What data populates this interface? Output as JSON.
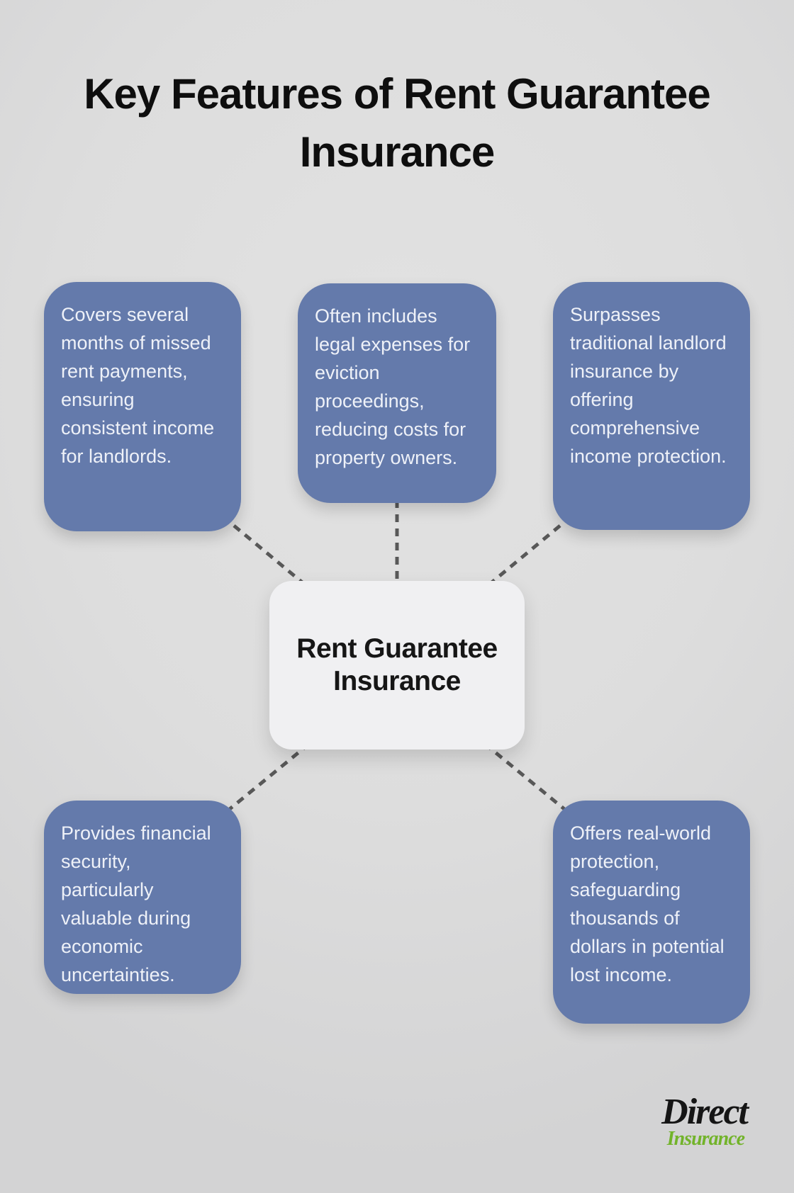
{
  "title": "Key Features of Rent Guarantee Insurance",
  "center": {
    "label": "Rent Guarantee Insurance"
  },
  "features": [
    {
      "position": "top-left",
      "text": "Covers several months of missed rent payments, ensuring consistent income for landlords."
    },
    {
      "position": "top-middle",
      "text": "Often includes legal expenses for eviction proceedings, reducing costs for property owners."
    },
    {
      "position": "top-right",
      "text": "Surpasses traditional landlord insurance by offering comprehensive income protection."
    },
    {
      "position": "bottom-left",
      "text": "Provides financial security, particularly valuable during economic uncertainties."
    },
    {
      "position": "bottom-right",
      "text": "Offers real-world protection, safeguarding thousands of dollars in potential lost income."
    }
  ],
  "logo": {
    "primary": "Direct",
    "secondary": "Insurance"
  },
  "colors": {
    "background": "#e2e2e2",
    "feature_box": "#647aab",
    "feature_text": "#eef1f8",
    "center_box": "#f0f0f2",
    "center_text": "#161616",
    "connector": "#585858",
    "title_color": "#0e0e0e",
    "logo_primary": "#151515",
    "logo_secondary": "#72b32a"
  }
}
